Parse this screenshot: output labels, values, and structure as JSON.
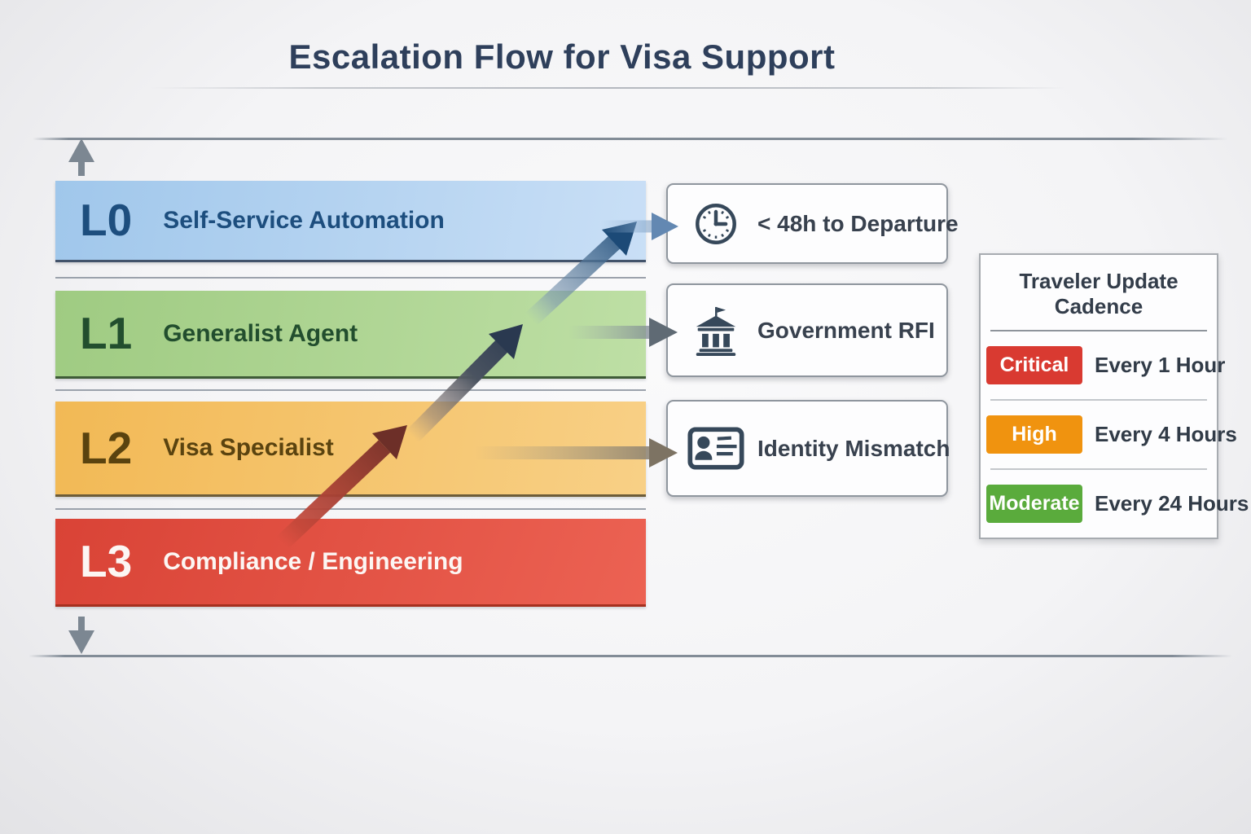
{
  "title": "Escalation Flow for Visa Support",
  "levels": [
    {
      "code": "L0",
      "label": "Self-Service Automation",
      "color": "#a0c7eb",
      "text_color": "#1d4e7e"
    },
    {
      "code": "L1",
      "label": "Generalist Agent",
      "color": "#9fcb82",
      "text_color": "#224e2e"
    },
    {
      "code": "L2",
      "label": "Visa Specialist",
      "color": "#f2b955",
      "text_color": "#5a430f"
    },
    {
      "code": "L3",
      "label": "Compliance / Engineering",
      "color": "#d94336",
      "text_color": "#ffffff"
    }
  ],
  "triggers": [
    {
      "icon": "clock-icon",
      "label": "< 48h to Departure"
    },
    {
      "icon": "government-building-icon",
      "label": "Government RFI"
    },
    {
      "icon": "id-card-icon",
      "label": "Identity Mismatch"
    }
  ],
  "legend": {
    "title": "Traveler Update Cadence",
    "rows": [
      {
        "severity": "Critical",
        "cadence": "Every 1 Hour",
        "color": "#d93a31"
      },
      {
        "severity": "High",
        "cadence": "Every 4 Hours",
        "color": "#f0930f"
      },
      {
        "severity": "Moderate",
        "cadence": "Every 24 Hours",
        "color": "#5aab3c"
      }
    ]
  },
  "colors": {
    "title_text": "#2e3f5b",
    "axis_line": "#828c97",
    "escalation_arrow_red": "#c4483a",
    "escalation_arrow_navy": "#1c4a77",
    "trigger_icon": "#36485a",
    "box_border": "#8f969e"
  }
}
